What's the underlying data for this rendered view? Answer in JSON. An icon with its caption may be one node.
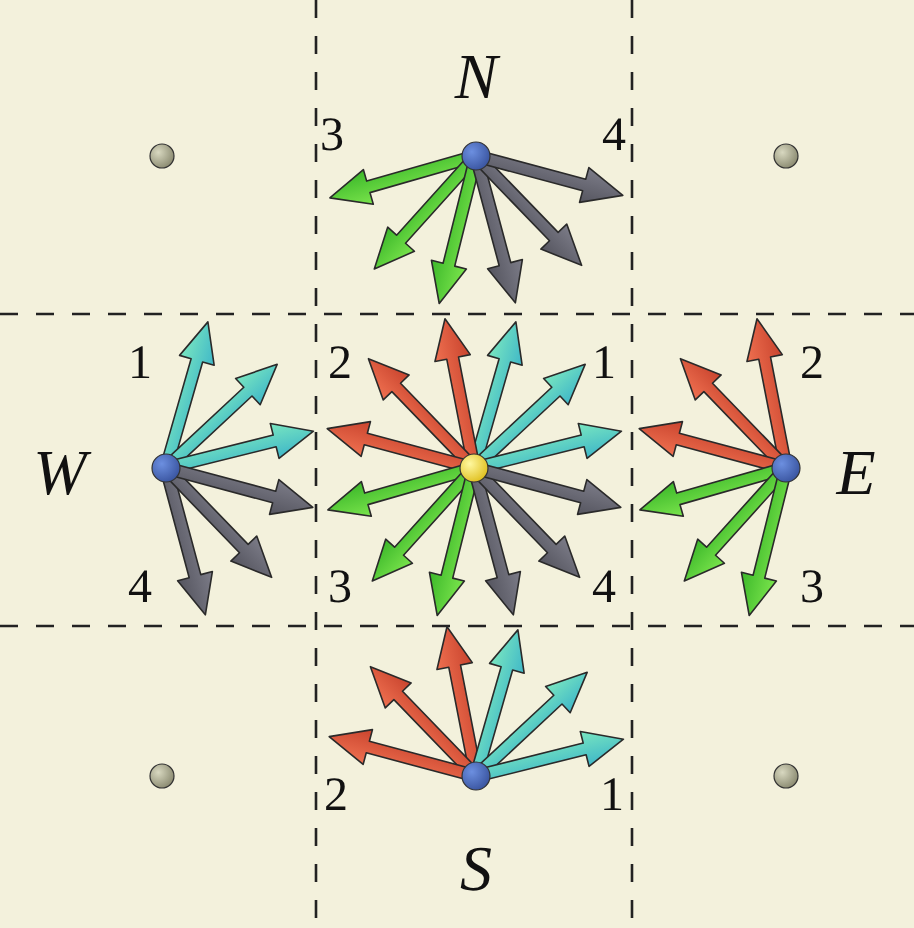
{
  "diagram": {
    "labels": [
      "N",
      "3",
      "4",
      "1",
      "2",
      "1",
      "2",
      "W",
      "E",
      "4",
      "3",
      "4",
      "3",
      "2",
      "1",
      "S"
    ]
  }
}
